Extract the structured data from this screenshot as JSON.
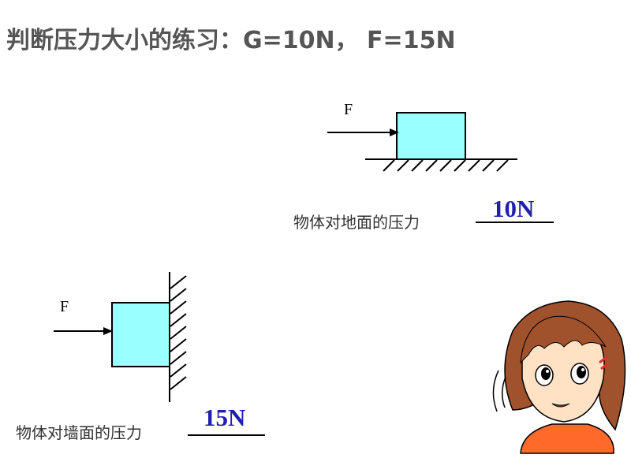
{
  "title": "判断压力大小的练习：G=10N， F=15N",
  "diagram1": {
    "force_label": "F",
    "caption": "物体对地面的压力",
    "answer": "10N"
  },
  "diagram2": {
    "force_label": "F",
    "caption": "物体对墙面的压力",
    "answer": "15N"
  },
  "colors": {
    "block_fill": "#99ffff",
    "answer": "#2020b0",
    "title": "#555555"
  }
}
